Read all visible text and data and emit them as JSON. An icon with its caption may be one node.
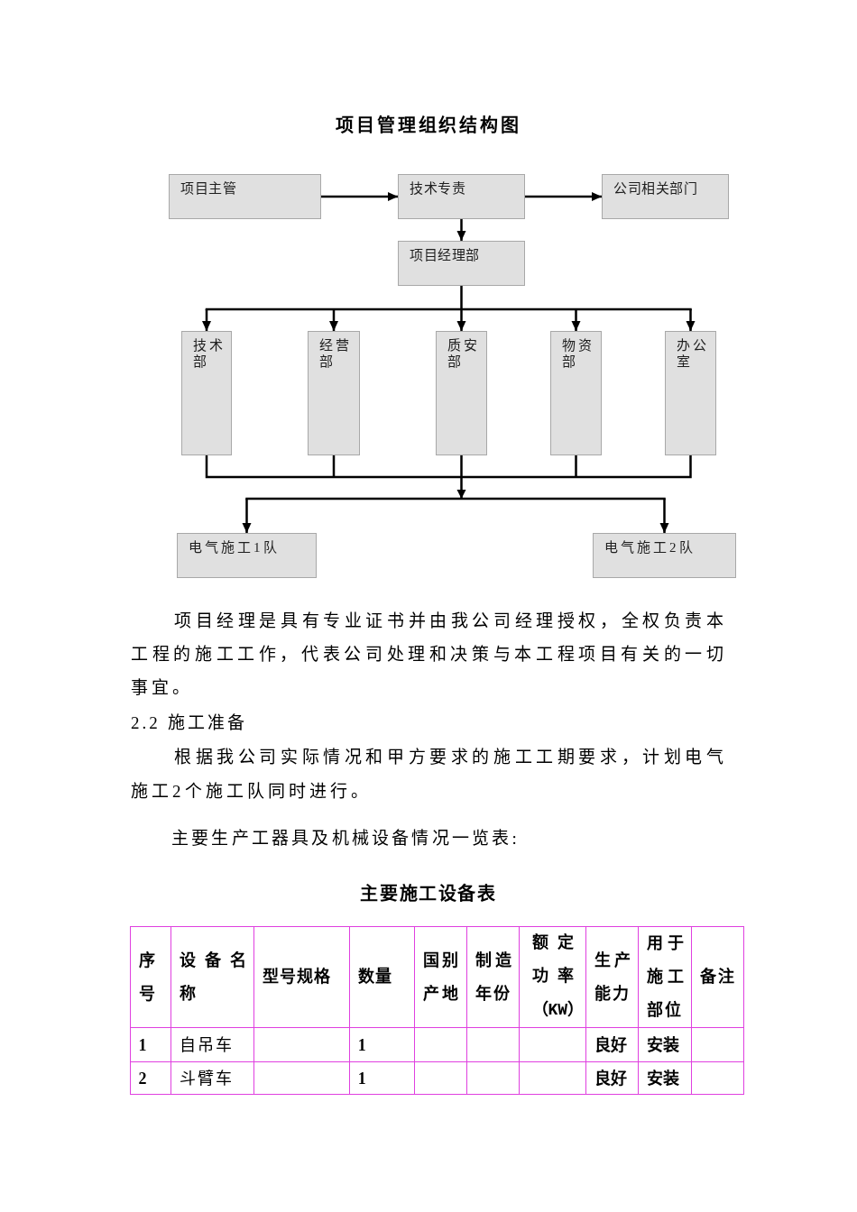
{
  "diagram": {
    "title": "项目管理组织结构图",
    "nodes": [
      {
        "text": [
          "项目主管"
        ]
      },
      {
        "text": [
          "技术专责"
        ]
      },
      {
        "text": [
          "公司相关部门"
        ]
      },
      {
        "text": [
          "项目经理部"
        ]
      },
      {
        "text": [
          "技术部"
        ]
      },
      {
        "text": [
          "经营部"
        ]
      },
      {
        "text": [
          "质安部"
        ]
      },
      {
        "text": [
          "物资部"
        ]
      },
      {
        "text": [
          "办公室"
        ]
      },
      {
        "text": [
          "电气施工1队"
        ]
      },
      {
        "text": [
          "电气施工2队"
        ]
      }
    ],
    "edges": [
      {
        "from": 0,
        "to": 1,
        "arrow": "to"
      },
      {
        "from": 1,
        "to": 2,
        "arrow": "to"
      },
      {
        "from": 1,
        "to": 3,
        "arrow": "to"
      },
      {
        "from": 3,
        "to": 4,
        "arrow": "to"
      },
      {
        "from": 3,
        "to": 5,
        "arrow": "to"
      },
      {
        "from": 3,
        "to": 6,
        "arrow": "to"
      },
      {
        "from": 3,
        "to": 7,
        "arrow": "to"
      },
      {
        "from": 3,
        "to": 8,
        "arrow": "to"
      },
      {
        "from": 4,
        "to": 9,
        "arrow": "to"
      },
      {
        "from": 4,
        "to": 10,
        "arrow": "to"
      },
      {
        "from": 5,
        "to": 9,
        "arrow": "to"
      },
      {
        "from": 5,
        "to": 10,
        "arrow": "to"
      },
      {
        "from": 6,
        "to": 9,
        "arrow": "to"
      },
      {
        "from": 6,
        "to": 10,
        "arrow": "to"
      },
      {
        "from": 7,
        "to": 9,
        "arrow": "to"
      },
      {
        "from": 7,
        "to": 10,
        "arrow": "to"
      },
      {
        "from": 8,
        "to": 9,
        "arrow": "to"
      },
      {
        "from": 8,
        "to": 10,
        "arrow": "to"
      }
    ],
    "labels": [
      "项目经理是具有专业证书并由我公司经理授权，全权负责本工程的施工工作，代表公司处理和决策与本工程项目有关的一切事宜。",
      "2.2 施工准备",
      "根据我公司实际情况和甲方要求的施工工期要求，计划电气施工2个施工队同时进行。",
      "主要生产工器具及机械设备情况一览表:",
      "主要施工设备表",
      "序号",
      "设备名称",
      "型号规格",
      "数量",
      "国别产地",
      "制造年份",
      "额定功率（KW）",
      "生产能力",
      "用于施工部位",
      "备注",
      "1",
      "自吊车",
      "1",
      "良好",
      "安装",
      "2",
      "斗臂车",
      "1",
      "良好",
      "安装"
    ]
  }
}
